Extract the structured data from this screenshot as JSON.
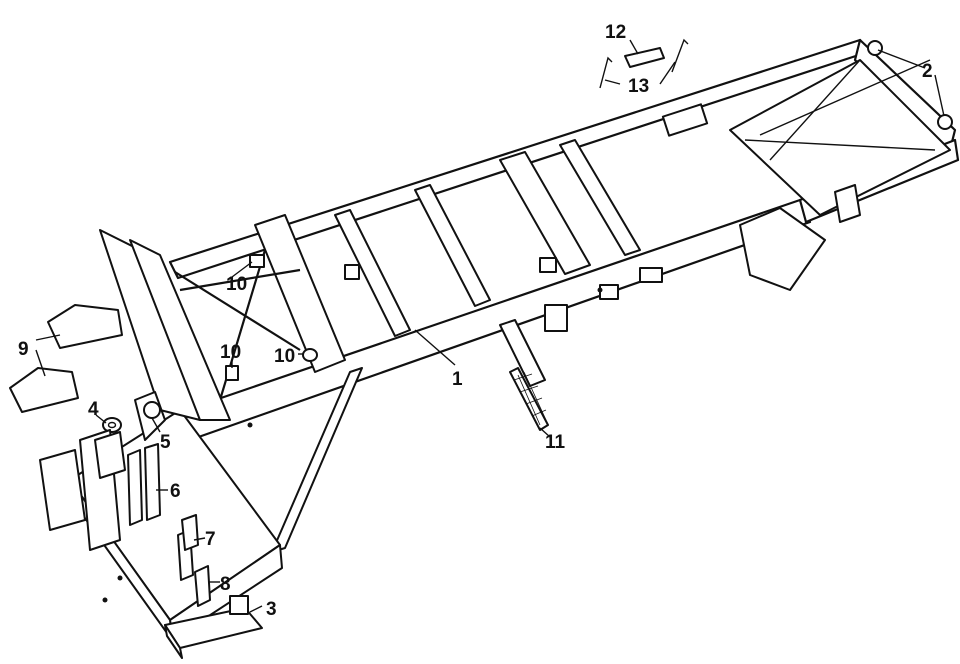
{
  "diagram": {
    "callouts": [
      {
        "id": "c1",
        "text": "1"
      },
      {
        "id": "c2",
        "text": "2"
      },
      {
        "id": "c3",
        "text": "3"
      },
      {
        "id": "c4",
        "text": "4"
      },
      {
        "id": "c5",
        "text": "5"
      },
      {
        "id": "c6",
        "text": "6"
      },
      {
        "id": "c7",
        "text": "7"
      },
      {
        "id": "c8",
        "text": "8"
      },
      {
        "id": "c9",
        "text": "9"
      },
      {
        "id": "c10a",
        "text": "10"
      },
      {
        "id": "c10b",
        "text": "10"
      },
      {
        "id": "c10c",
        "text": "10"
      },
      {
        "id": "c11",
        "text": "11"
      },
      {
        "id": "c12",
        "text": "12"
      },
      {
        "id": "c13",
        "text": "13"
      }
    ]
  }
}
